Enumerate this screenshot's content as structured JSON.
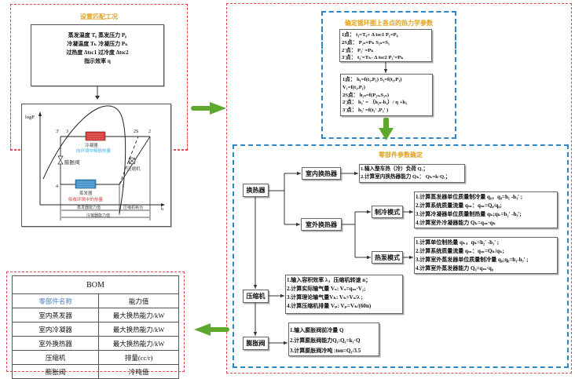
{
  "settings_panel": {
    "title": "设置匹配工况",
    "params": [
      "蒸发温度 T₀  蒸发压力 P₀",
      "冷凝温度 Tₖ  冷凝压力 Pₖ",
      "过热度 Δtsc1  过冷度 Δtsc2",
      "指示效率 η"
    ],
    "diagram": {
      "y_axis": "logP",
      "x_axis": "h",
      "points": [
        "3'",
        "3",
        "2S",
        "2",
        "4",
        "1"
      ],
      "condenser_label": "冷凝器",
      "condenser_note": "向环境中释放热量",
      "evaporator_label": "蒸发器",
      "evaporator_note": "吸收环境中的热量",
      "expansion_valve_label": "膨胀阀",
      "compressor_label": "压缩机",
      "evap_capacity_label": "蒸发器能力值",
      "compressor_work_label": "压缩机耗功",
      "cond_capacity_label": "冷凝器能力值"
    }
  },
  "bom_panel": {
    "title": "BOM",
    "header": [
      "零部件名称",
      "能力值"
    ],
    "rows": [
      [
        "室内蒸发器",
        "最大换热能力/kW"
      ],
      [
        "室内冷凝器",
        "最大换热能力/kW"
      ],
      [
        "室外换热器",
        "最大换热能力/kW"
      ],
      [
        "压缩机",
        "排量(cc/r)"
      ],
      [
        "膨胀阀",
        "冷吨值"
      ]
    ]
  },
  "thermo_panel": {
    "title": "确定循环图上各点的热力学参数",
    "box1": [
      "1点： t₁=T₀+ Δ tsc1   P₁=P₀",
      "2S点： P₂ₛ=Pₖ   S₂ₛ=S₁",
      "2'点： P₂' =Pₖ",
      "3'点： t₃'=Tₖ- Δ tsc2   P₃'=Pₖ"
    ],
    "box2": [
      "1点： h₁=f(t₁,P₁)   S₁=f(t₁,P₁)",
      "          V₁=f(t₁,P₁)",
      "2S点： h₂ₛ=f(P₂ₛ,S₂ₛ)",
      "2'点： h₂' = （h₂ₛ-h₁）/ η  +h₁",
      "3'点： h₃' =f(t₃' ,P₃' )"
    ]
  },
  "components_panel": {
    "title": "零部件参数确定",
    "nodes": {
      "heat_exchanger": "换热器",
      "indoor_hx": "室内换热器",
      "outdoor_hx": "室外换热器",
      "cooling_mode": "制冷模式",
      "heatpump_mode": "热泵模式",
      "compressor": "压缩机",
      "expansion_valve": "膨胀阀"
    },
    "indoor_steps": [
      "1.输入整车热（冷）负荷 Qₑ；",
      "2.计算室内换热器能力 Qₖ：  Qₖ=k·Qₑ；"
    ],
    "cooling_steps": [
      "1.计算蒸发器单位质量制冷量 q₀，q₀=h₁ -h₃' ;",
      "2.计算系统质量流量 qₘ：qₘ=Q₀/q₀;",
      "3.计算冷凝器单位质量制热量 qₖ;qₖ=h₂' -h₃';",
      "4.计算室外冷凝器能力 Qₖ=qₘ·qₖ"
    ],
    "heatpump_steps": [
      "1.计算单位制热量 qₖ，qₖ=h₂' -h₃' ;",
      "2.计算系统质量流量 qₘ：qₘ=Qₖ/qₖ;",
      "3.计算室外蒸发器单位质量制冷量 q₀;q₀=h₁-h₃' ;",
      "4.计算室外蒸发器能力 Q₀=qₘ·q₀"
    ],
    "compressor_steps": [
      "1.输入容积效率 λ，压缩机转速 n；",
      "2.计算实际输气量 Vₛ: Vₛ=qₘ·V₁;",
      "3.计算理论输气量Vₕ: Vₕ=Vₛ/λ ;",
      "4.计算压缩机排量 Vₚ: Vₚ=Vₕ/(60n)"
    ],
    "valve_steps": [
      "1.输入膨胀阀前冷量 Q",
      "2.计算膨胀阀能力Q₁:Q₁=k₁·Q",
      "3.计算膨胀阀冷吨 :ton=Q₁/3.5"
    ]
  },
  "colors": {
    "red_dash": "#e8474e",
    "blue_dash": "#2f86c6",
    "title_gold": "#e0a21f",
    "arrow_green": "#5fa82e",
    "bom_header_blue": "#4a7fd0",
    "condenser_red": "#d43a3a",
    "evaporator_blue": "#3d8fc9"
  }
}
